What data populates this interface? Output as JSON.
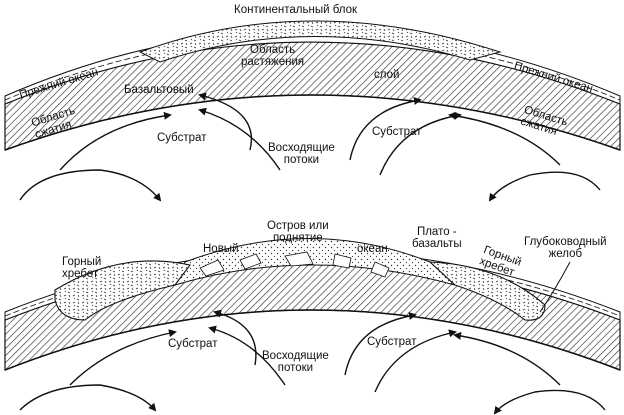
{
  "top": {
    "continental_block": "Континентальный блок",
    "former_ocean_left": "Прежний океан",
    "former_ocean_right": "Прежний океан",
    "compression_left": "Область\nсжатия",
    "compression_right": "Область\nсжатия",
    "basaltic": "Базальтовый",
    "layer": "слой",
    "extension": "Область\nрастяжения",
    "substrate_left": "Субстрат",
    "substrate_right": "Субстрат",
    "upwelling": "Восходящие\nпотоки"
  },
  "bottom": {
    "mountain_left": "Горный\nхребет",
    "new": "Новый",
    "island": "Остров или\nподнятие",
    "ocean": "океан",
    "plateau": "Плато -\nбазальты",
    "mountain_right": "Горный\nхребет",
    "trench": "Глубоководный\nжелоб",
    "substrate_left": "Субстрат",
    "substrate_right": "Субстрат",
    "upwelling": "Восходящие\nпотоки"
  }
}
